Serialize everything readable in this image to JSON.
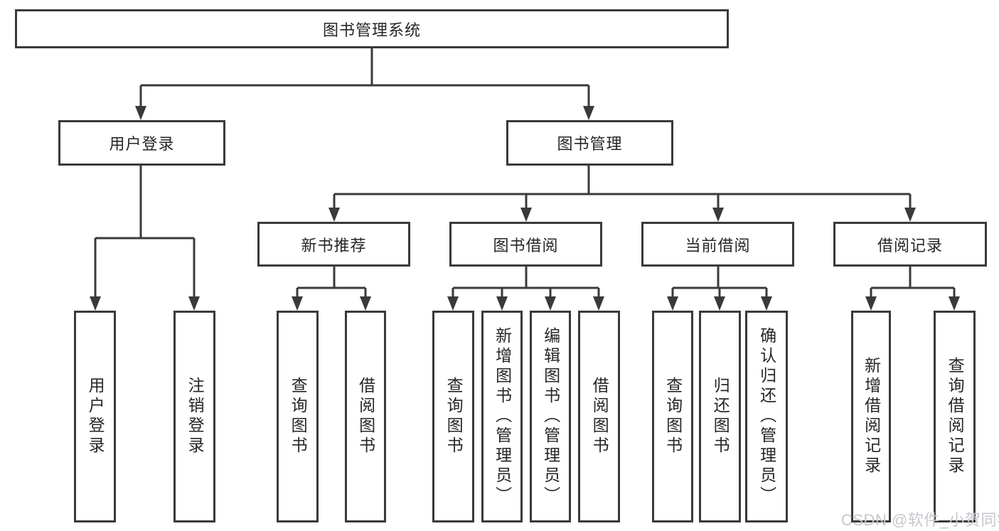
{
  "title": "图书管理系统",
  "branches": [
    {
      "label": "用户登录",
      "children": [
        "用户登录",
        "注销登录"
      ]
    },
    {
      "label": "图书管理",
      "groups": [
        {
          "label": "新书推荐",
          "children": [
            "查询图书",
            "借阅图书"
          ]
        },
        {
          "label": "图书借阅",
          "children": [
            "查询图书",
            "新增图书（管理员）",
            "编辑图书（管理员）",
            "借阅图书"
          ]
        },
        {
          "label": "当前借阅",
          "children": [
            "查询图书",
            "归还图书",
            "确认归还（管理员）"
          ]
        },
        {
          "label": "借阅记录",
          "children": [
            "新增借阅记录",
            "查询借阅记录"
          ]
        }
      ]
    }
  ],
  "watermark": "CSDN @软件_小贺同学",
  "colors": {
    "line": "#3a3a3a",
    "text": "#262626",
    "watermark": "#c4c7cc",
    "background": "#ffffff"
  }
}
